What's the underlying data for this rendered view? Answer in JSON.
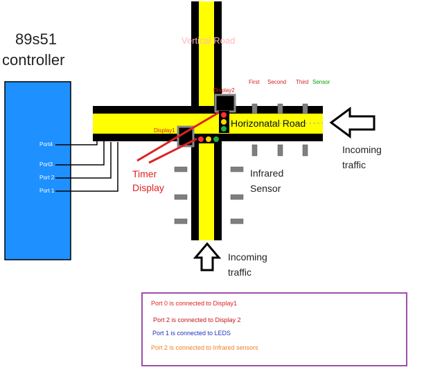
{
  "controller": {
    "title_line1": "89s51",
    "title_line2": "controller",
    "ports": [
      "Port4",
      "Port3",
      "Port 2",
      "Port 1"
    ]
  },
  "roads": {
    "vertical_label": "Vertical Road",
    "horizontal_label": "Horizonatal Road"
  },
  "displays": {
    "display1": "Display1",
    "display2": "Display2"
  },
  "sensor_header": {
    "first": "First",
    "second": "Second",
    "third": "Third",
    "sensor": "Sensor"
  },
  "labels": {
    "timer_line1": "Timer",
    "timer_line2": "Display",
    "infrared_line1": "Infrared",
    "infrared_line2": "Sensor",
    "incoming_right_line1": "Incoming",
    "incoming_right_line2": "traffic",
    "incoming_bottom_line1": "Incoming",
    "incoming_bottom_line2": "traffic"
  },
  "legend": [
    {
      "text": "Port 0 is connected to Display1",
      "color": "#e02020"
    },
    {
      "text": "Port 2 is connected to Display 2",
      "color": "#c01818"
    },
    {
      "text": "Port 1 is connected to LEDS",
      "color": "#2030c0"
    },
    {
      "text": "Port 2 is connected to Infrared sensors",
      "color": "#f08020"
    }
  ],
  "colors": {
    "controller_fill": "#1e90ff",
    "road_yellow": "#ffff00",
    "road_black": "#000000",
    "timer_label": "#e02020",
    "vertical_label": "#ffb6c1",
    "legend_border": "#9b4fa8",
    "sensor_green": "#00a000"
  }
}
